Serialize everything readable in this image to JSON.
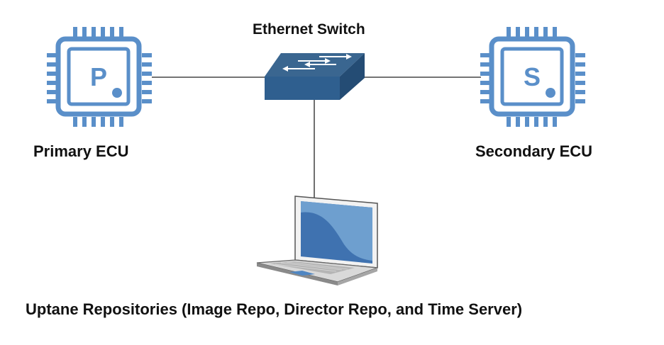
{
  "labels": {
    "switch": "Ethernet Switch",
    "primary": "Primary ECU",
    "secondary": "Secondary ECU",
    "repositories": "Uptane Repositories (Image Repo, Director Repo, and Time Server)"
  },
  "chips": {
    "primary_letter": "P",
    "secondary_letter": "S"
  },
  "colors": {
    "chip": "#5a8fc9",
    "switch_top": "#3a6690",
    "switch_front": "#2f5f8f",
    "switch_side": "#244c74",
    "screen": "#3f72b0",
    "line": "#222222"
  },
  "icons": {
    "primary": "cpu-chip-icon",
    "secondary": "cpu-chip-icon",
    "switch": "network-switch-icon",
    "laptop": "laptop-icon"
  }
}
